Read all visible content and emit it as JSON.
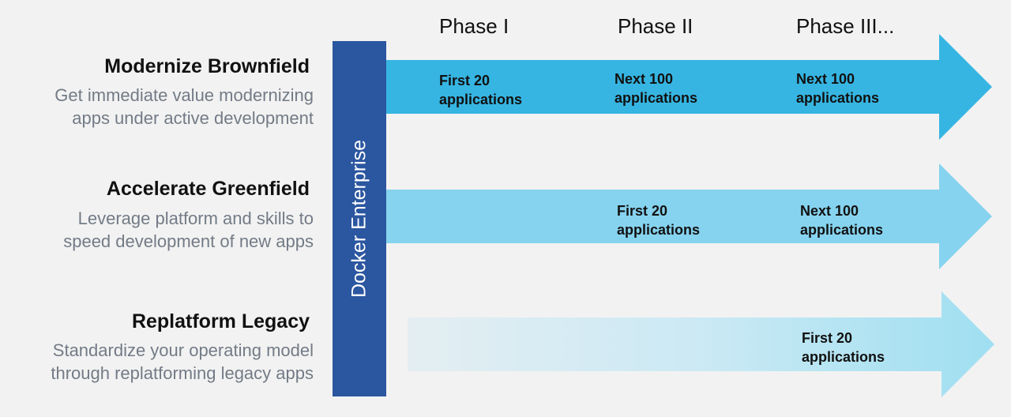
{
  "phases": [
    "Phase I",
    "Phase II",
    "Phase III..."
  ],
  "platform_label": "Docker Enterprise",
  "rows": [
    {
      "title": "Modernize Brownfield",
      "description_lines": [
        "Get immediate value modernizing",
        "apps under active development"
      ],
      "color": "#36b5e2",
      "cells": [
        "First 20\napplications",
        "Next 100\napplications",
        "Next 100\napplications"
      ]
    },
    {
      "title": "Accelerate Greenfield",
      "description_lines": [
        "Leverage platform and skills to",
        "speed development of new apps"
      ],
      "color": "#86d3ef",
      "cells": [
        "First 20\napplications",
        "Next 100\napplications"
      ]
    },
    {
      "title": "Replatform Legacy",
      "description_lines": [
        "Standardize your operating model",
        "through replatforming legacy apps"
      ],
      "color": "#a6e1f0",
      "cells": [
        "First 20\napplications"
      ]
    }
  ]
}
